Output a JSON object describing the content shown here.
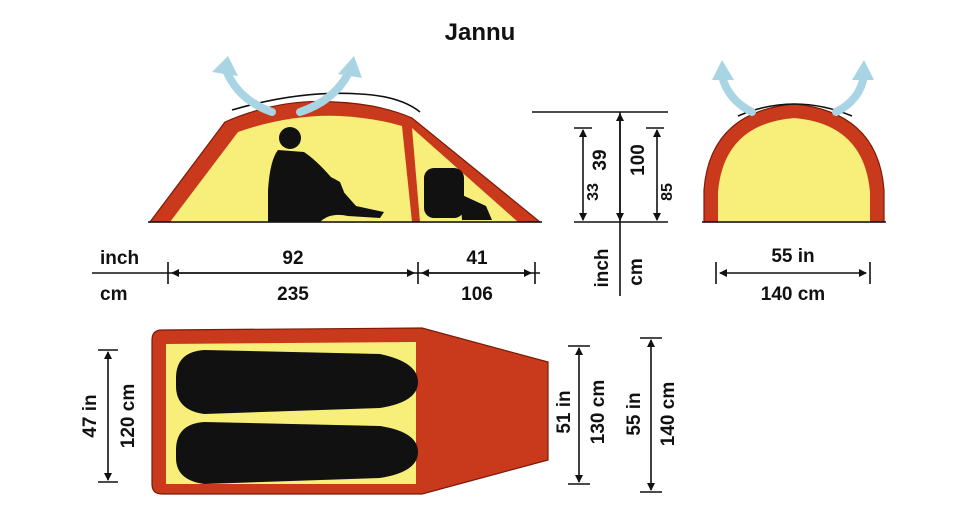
{
  "title": "Jannu",
  "colors": {
    "tent_fly": "#c93a1c",
    "tent_inner": "#f7ef7a",
    "vent_arrow": "#a9d4e4",
    "silhouette": "#111111"
  },
  "side_view": {
    "row_label_inch": "inch",
    "row_label_cm": "cm",
    "inner_inch": "92",
    "vestibule_inch": "41",
    "inner_cm": "235",
    "vestibule_cm": "106"
  },
  "height_view": {
    "inner_height_cm": "85",
    "total_height_cm": "100",
    "inner_height_inch": "33",
    "total_height_inch": "39",
    "label_inch": "inch",
    "label_cm": "cm"
  },
  "front_view": {
    "width_inch": "55 in",
    "width_cm": "140 cm"
  },
  "floor_plan": {
    "inner_width_inch": "47 in",
    "inner_width_cm": "120 cm",
    "vestibule_mid_inch": "51 in",
    "vestibule_mid_cm": "130 cm",
    "outer_width_inch": "55 in",
    "outer_width_cm": "140 cm"
  },
  "icons": [
    "vent-arrow-icon",
    "person-sitting-icon",
    "backpack-icon",
    "sleeping-bag-icon"
  ]
}
